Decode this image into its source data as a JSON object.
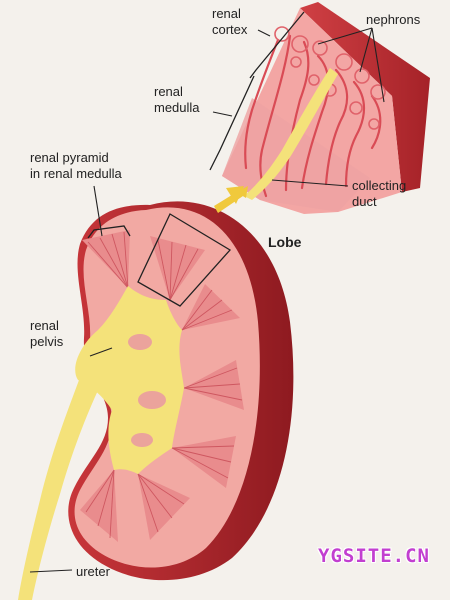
{
  "labels": {
    "renal_cortex": "renal\ncortex",
    "nephrons": "nephrons",
    "renal_medulla": "renal\nmedulla",
    "renal_pyramid": "renal pyramid\nin renal medulla",
    "collecting_duct": "collecting\nduct",
    "lobe": "Lobe",
    "renal_pelvis": "renal\npelvis",
    "ureter": "ureter"
  },
  "watermark": "YGSITE.CN",
  "colors": {
    "kidney_dark": "#b3262c",
    "cortex": "#f2a9a3",
    "medulla": "#e98c8d",
    "pelvis": "#f4e27a",
    "arrow": "#f0c93c"
  }
}
